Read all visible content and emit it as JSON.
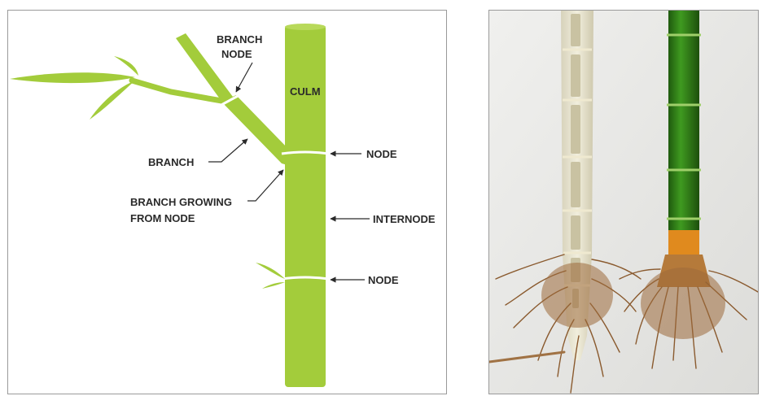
{
  "diagram": {
    "labels": {
      "branch_node_line1": "BRANCH",
      "branch_node_line2": "NODE",
      "culm": "CULM",
      "branch": "BRANCH",
      "node_upper": "NODE",
      "branch_growing_line1": "BRANCH GROWING",
      "branch_growing_line2": "FROM NODE",
      "internode": "INTERNODE",
      "node_lower": "NODE"
    },
    "colors": {
      "bamboo_green": "#a3cc3b",
      "node_ring": "#ffffff",
      "label_text": "#2a2a2a",
      "arrow": "#2a2a2a"
    }
  },
  "photo": {
    "subjects": [
      "split-culm-with-roots",
      "green-culm-with-roots"
    ],
    "colors": {
      "background_wall": "#e9e9e7",
      "inner_culm": "#e7e3cf",
      "green_culm": "#2f7d16",
      "orange_base": "#e08a1e",
      "roots": "#8a5a2e"
    }
  }
}
